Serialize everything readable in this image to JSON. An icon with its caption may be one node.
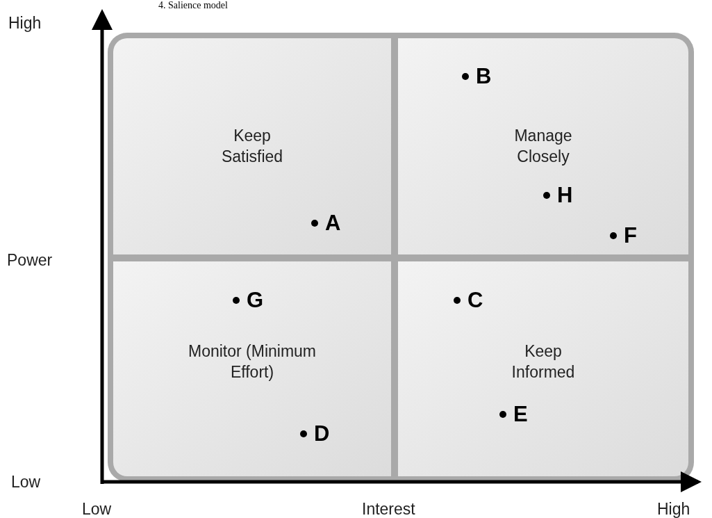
{
  "diagram": {
    "nodes": [
      {
        "text": [
          "Keep Satisfied"
        ]
      },
      {
        "text": [
          "Manage Closely"
        ]
      },
      {
        "text": [
          "Monitor (Minimum Effort)"
        ]
      },
      {
        "text": [
          "Keep Informed"
        ]
      }
    ],
    "labels": [
      "4. Salience model",
      "High",
      "B",
      "H",
      "A",
      "F",
      "Power",
      "G",
      "C",
      "E",
      "D",
      "Low",
      "Low",
      "Interest",
      "High"
    ]
  }
}
